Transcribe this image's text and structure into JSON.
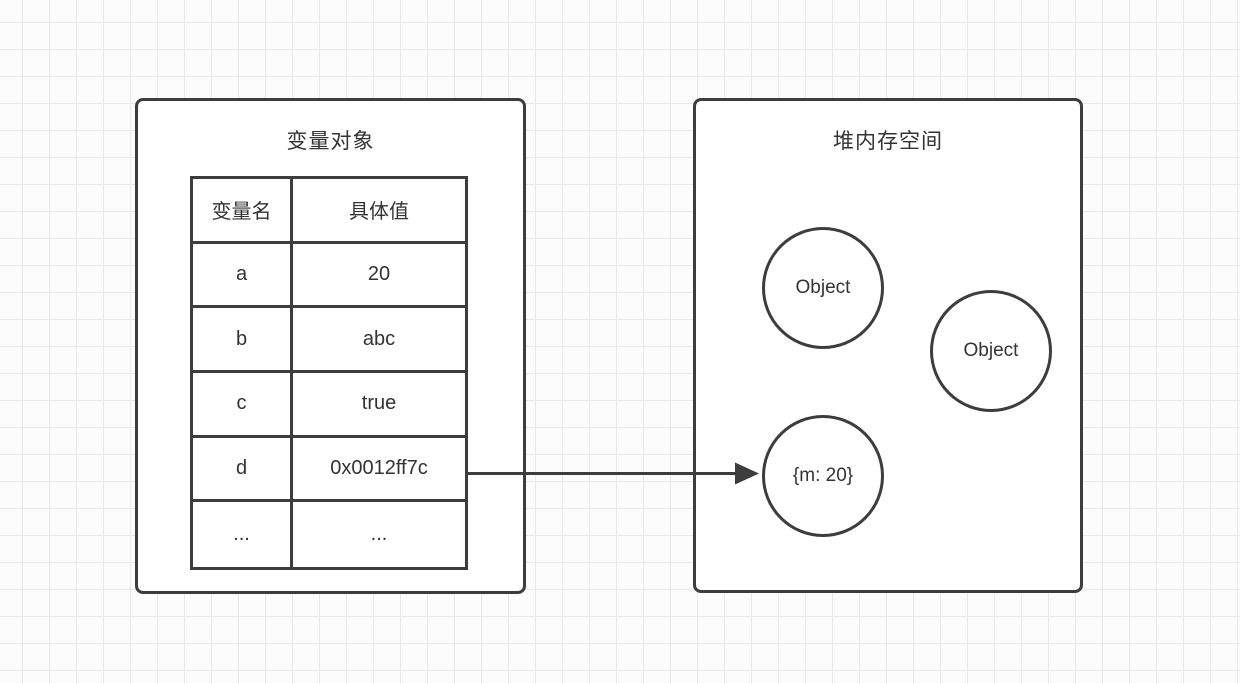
{
  "diagram": {
    "left_panel": {
      "title": "变量对象",
      "table": {
        "headers": [
          "变量名",
          "具体值"
        ],
        "rows": [
          [
            "a",
            "20"
          ],
          [
            "b",
            "abc"
          ],
          [
            "c",
            "true"
          ],
          [
            "d",
            "0x0012ff7c"
          ],
          [
            "...",
            "..."
          ]
        ]
      }
    },
    "right_panel": {
      "title": "堆内存空间",
      "circles": [
        {
          "label": "Object"
        },
        {
          "label": "Object"
        },
        {
          "label": "{m: 20}"
        }
      ]
    },
    "arrow": {
      "from": "variable-d-value-cell",
      "to": "heap-circle-m20"
    },
    "colors": {
      "stroke": "#3d3d3d",
      "text": "#333333",
      "shape_fill": "#ffffff",
      "grid_line": "#e9e9e9",
      "background": "#fcfcfc"
    }
  }
}
